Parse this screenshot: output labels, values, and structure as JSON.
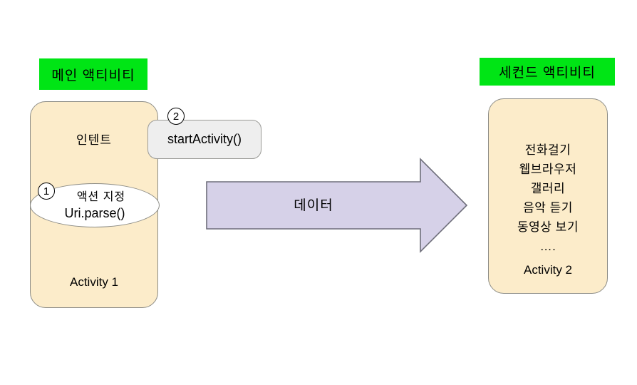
{
  "diagram": {
    "title_main": "메인 액티비티",
    "title_second": "세컨드 액티비티",
    "colors": {
      "header_green": "#00e515",
      "card_cream": "#fcecca",
      "card_border": "#8c8c86",
      "box_gray": "#eeeeee",
      "arrow_lavender": "#d6d1e8",
      "arrow_border": "#6e6e7a",
      "text_black": "#000000",
      "ellipse_white": "#ffffff"
    },
    "left_card": {
      "intent_label": "인텐트",
      "activity_name": "Activity 1",
      "ellipse": {
        "line1": "액션 지정",
        "line2": "Uri.parse()"
      },
      "step_markers": {
        "step1": "①",
        "step2": "②"
      },
      "start_activity_label": "startActivity()"
    },
    "arrow": {
      "label": "데이터",
      "direction": "right"
    },
    "right_card": {
      "features": [
        "전화걸기",
        "웹브라우저",
        "갤러리",
        "음악 듣기",
        "동영상 보기",
        "…."
      ],
      "activity_name": "Activity 2"
    }
  }
}
